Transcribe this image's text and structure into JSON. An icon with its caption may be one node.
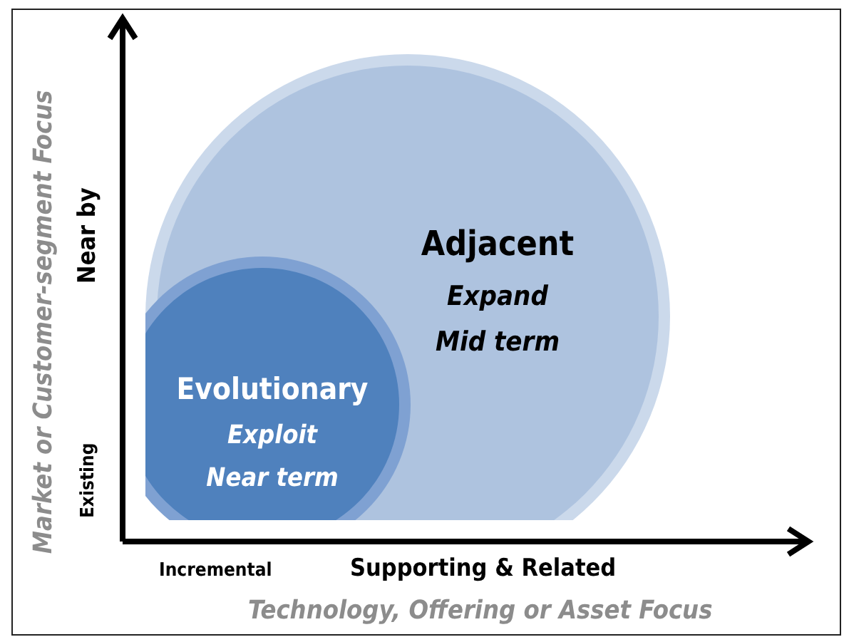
{
  "diagram": {
    "nodes": [
      {
        "text": [
          "Adjacent",
          "Expand",
          "Mid term"
        ]
      },
      {
        "text": [
          "Evolutionary",
          "Exploit",
          "Near term"
        ],
        "in": 0
      }
    ],
    "labels": [
      "Market or Customer-segment Focus",
      "Near by",
      "Existing",
      "Incremental",
      "Supporting & Related",
      "Technology, Offering or Asset Focus"
    ]
  }
}
